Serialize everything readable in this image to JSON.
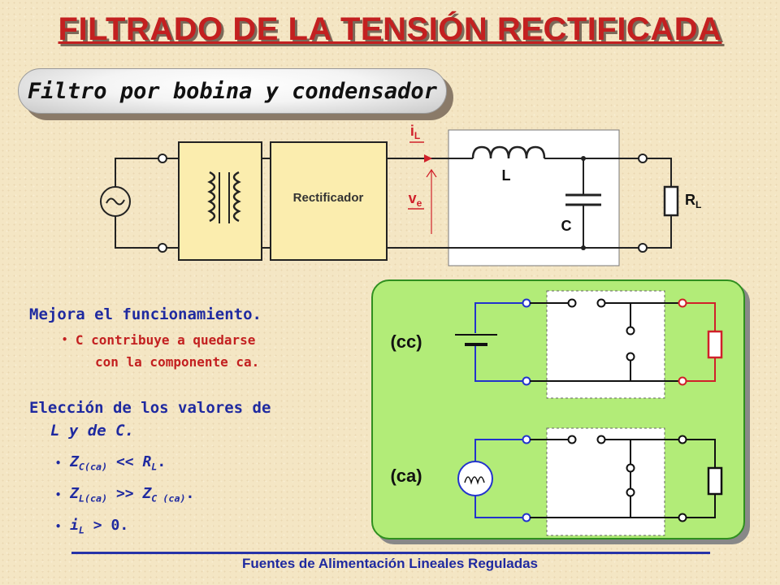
{
  "title": "FILTRADO DE LA TENSIÓN RECTIFICADA",
  "subtitle": "Filtro por bobina y condensador",
  "circuit": {
    "rectifier_label": "Rectificador",
    "current_label": "i",
    "current_sub": "L",
    "voltage_label": "v",
    "voltage_sub": "e",
    "inductor_label": "L",
    "capacitor_label": "C",
    "load_label": "R",
    "load_sub": "L"
  },
  "text": {
    "improve": "Mejora el funcionamiento.",
    "improve_bullet_1": "C contribuye a quedarse",
    "improve_bullet_2": "con la componente ca.",
    "choice_1": "Elección de los valores de",
    "choice_2": "L y de C.",
    "cond1_a": "Z",
    "cond1_sub": "C(ca)",
    "cond1_b": " << R",
    "cond1_sub2": "L",
    "cond1_c": ".",
    "cond2_a": "Z",
    "cond2_sub": "L(ca)",
    "cond2_b": " >> Z",
    "cond2_sub2": "C (ca)",
    "cond2_c": ".",
    "cond3_a": "i",
    "cond3_sub": "L",
    "cond3_b": " > 0."
  },
  "equivalents": {
    "dc_label": "(cc)",
    "ac_label": "(ca)"
  },
  "footer": "Fuentes de Alimentación Lineales Reguladas"
}
